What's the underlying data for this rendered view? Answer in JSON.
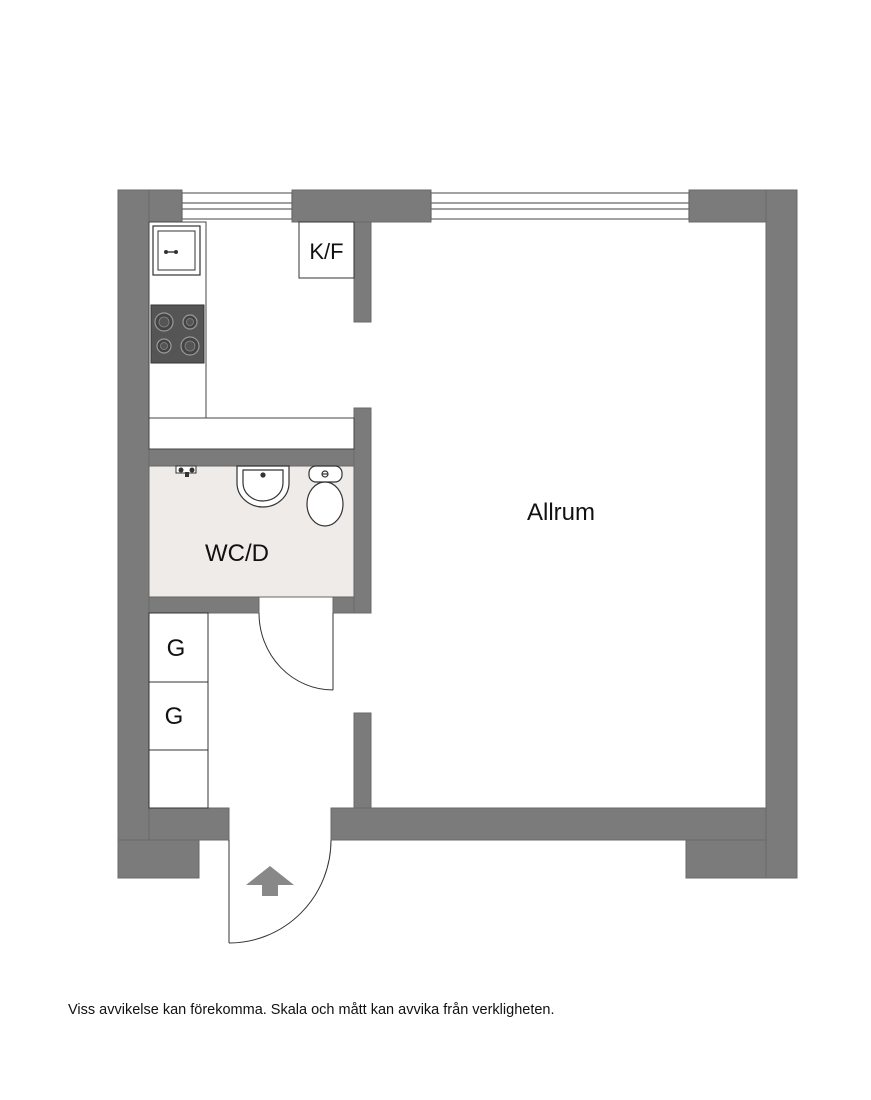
{
  "floorplan": {
    "rooms": {
      "allrum": {
        "label": "Allrum"
      },
      "wc": {
        "label": "WC/D"
      },
      "kf": {
        "label": "K/F"
      },
      "wardrobe_1": {
        "label": "G"
      },
      "wardrobe_2": {
        "label": "G"
      }
    },
    "icons": {
      "entrance": "up-arrow-icon",
      "sink": "sink-icon",
      "stove": "stove-icon",
      "toilet": "toilet-icon",
      "washbasin": "washbasin-icon",
      "faucet": "faucet-icon"
    },
    "colors": {
      "wall": "#7b7b7b",
      "bathroom_floor": "#efebe8",
      "stove": "#555555",
      "arrow": "#888888"
    }
  },
  "footer": {
    "disclaimer": "Viss avvikelse kan förekomma. Skala och mått kan avvika från verkligheten."
  }
}
